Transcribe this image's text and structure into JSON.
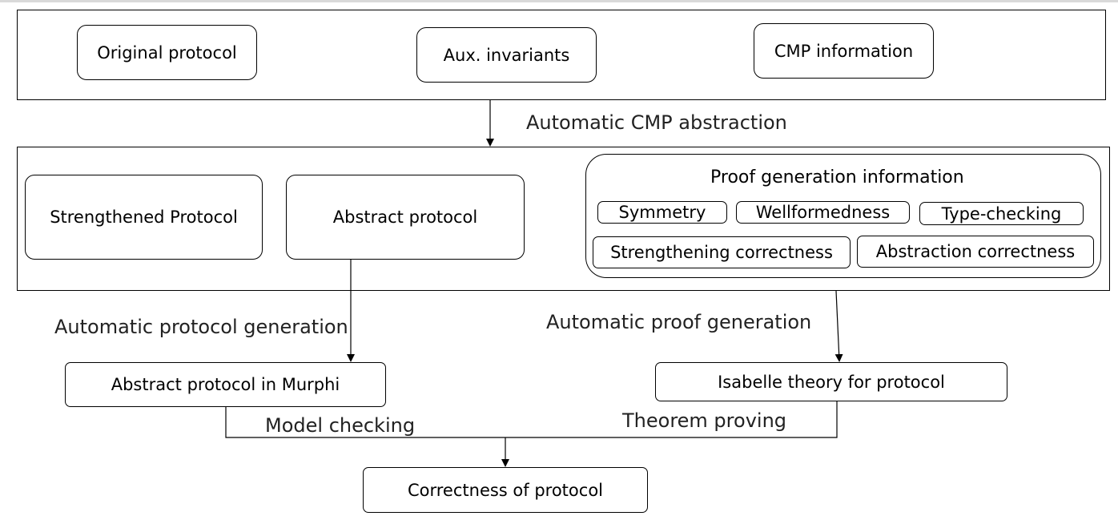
{
  "inputs": {
    "original_protocol": "Original protocol",
    "aux_invariants": "Aux. invariants",
    "cmp_information": "CMP information"
  },
  "step_labels": {
    "cmp_abstraction": "Automatic CMP abstraction",
    "protocol_generation": "Automatic protocol generation",
    "proof_generation": "Automatic proof generation",
    "model_checking": "Model checking",
    "theorem_proving": "Theorem proving"
  },
  "middle": {
    "strengthened_protocol": "Strengthened Protocol",
    "abstract_protocol": "Abstract protocol",
    "proof_info": {
      "title": "Proof generation  information",
      "items": [
        "Symmetry",
        "Wellformedness",
        "Type-checking",
        "Strengthening correctness",
        "Abstraction correctness"
      ]
    }
  },
  "outputs": {
    "murphi": "Abstract protocol in Murphi",
    "isabelle": "Isabelle theory for protocol",
    "correctness": "Correctness of protocol"
  }
}
